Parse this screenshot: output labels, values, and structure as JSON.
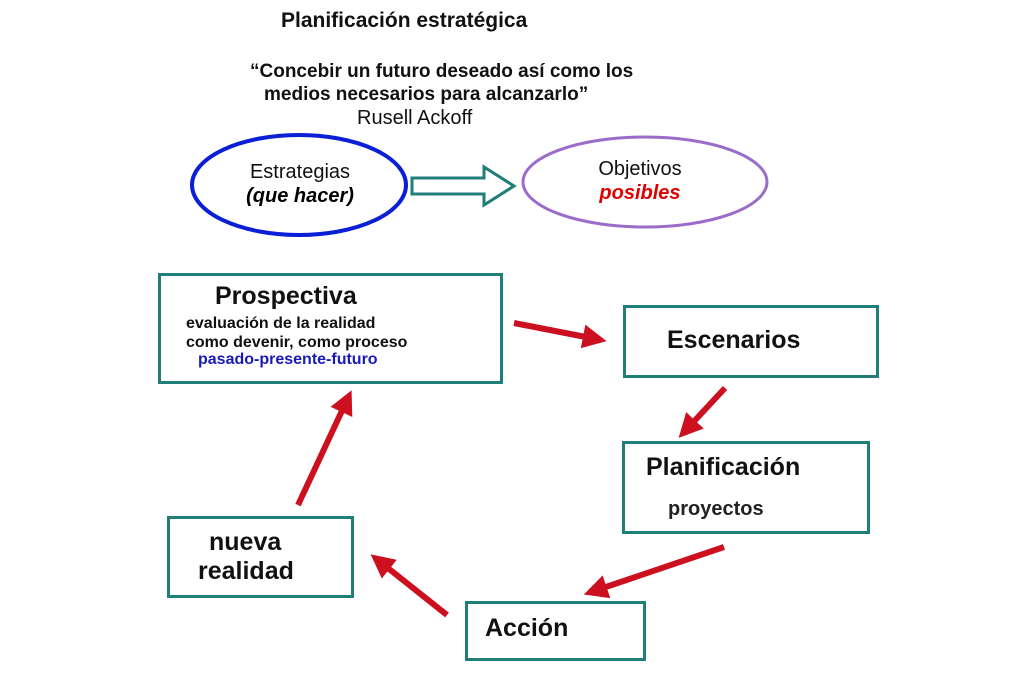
{
  "header": {
    "title": "Planificación estratégica",
    "quote_line1": "“Concebir un futuro deseado así como los",
    "quote_line2": "medios necesarios para alcanzarlo”",
    "author": "Rusell Ackoff"
  },
  "ovals": {
    "strategies": {
      "label": "Estrategias",
      "sublabel": "(que hacer)",
      "color": "#0a1fd6"
    },
    "objectives": {
      "label": "Objetivos",
      "sublabel": "posibles",
      "color": "#9b6cc9",
      "sublabel_color": "#e00000"
    }
  },
  "boxes": {
    "prospectiva": {
      "title": "Prospectiva",
      "line1": "evaluación de la realidad",
      "line2": "como devenir, como proceso",
      "line3": "pasado-presente-futuro",
      "line3_color": "#1a1ab8"
    },
    "escenarios": {
      "title": "Escenarios"
    },
    "planificacion": {
      "title": "Planificación",
      "subtitle": "proyectos"
    },
    "accion": {
      "title": "Acción"
    },
    "nueva_realidad": {
      "line1": "nueva",
      "line2": "realidad"
    }
  },
  "colors": {
    "box_border": "#1f7f78",
    "cycle_arrow": "#cc1020",
    "hollow_arrow": "#1f7f78"
  }
}
